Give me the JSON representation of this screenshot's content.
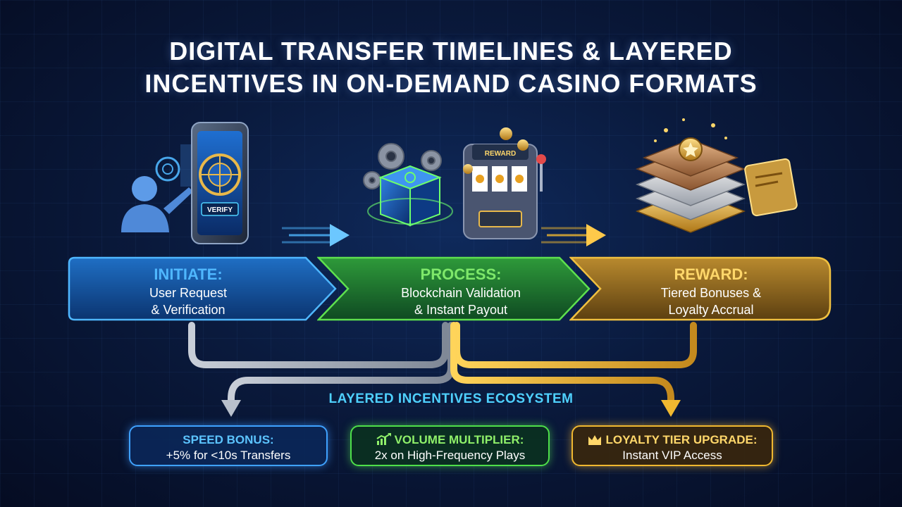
{
  "title": {
    "line1": "DIGITAL TRANSFER TIMELINES & LAYERED",
    "line2": "INCENTIVES IN ON-DEMAND CASINO FORMATS"
  },
  "illustrations": {
    "phone_button": "VERIFY",
    "slot_sign": "REWARD"
  },
  "stages": [
    {
      "heading": "INITIATE:",
      "line1": "User Request",
      "line2": "& Verification",
      "color": "#4fb7ff"
    },
    {
      "heading": "PROCESS:",
      "line1": "Blockchain Validation",
      "line2": "& Instant Payout",
      "color": "#7ee86a"
    },
    {
      "heading": "REWARD:",
      "line1": "Tiered Bonuses &",
      "line2": "Loyalty Accrual",
      "color": "#ffd76a"
    }
  ],
  "ecosystem_label": "LAYERED INCENTIVES ECOSYSTEM",
  "incentives": [
    {
      "heading": "SPEED BONUS:",
      "detail": "+5% for <10s Transfers",
      "icon": "none"
    },
    {
      "heading": "VOLUME MULTIPLIER:",
      "detail": "2x on High-Frequency Plays",
      "icon": "growth-chart-icon"
    },
    {
      "heading": "LOYALTY TIER UPGRADE:",
      "detail": "Instant VIP Access",
      "icon": "crown-icon"
    }
  ],
  "colors": {
    "initiate": "#2a8fe8",
    "process": "#3fbf3a",
    "reward": "#d9a23a",
    "accent_cyan": "#4fd1ff"
  }
}
